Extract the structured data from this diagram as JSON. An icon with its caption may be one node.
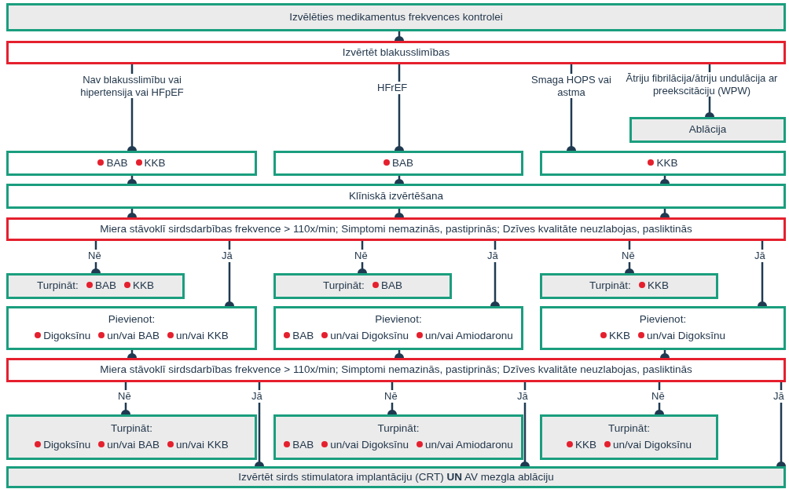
{
  "diagram": {
    "nodes": [
      {
        "text": [
          "Izvēlēties medikamentus frekvences kontrolei"
        ]
      },
      {
        "text": [
          "Izvērtēt blakusslimības"
        ]
      },
      {
        "text": [
          "Ablācija"
        ]
      },
      {
        "text": [
          "BAB",
          "KKB"
        ]
      },
      {
        "text": [
          "BAB"
        ]
      },
      {
        "text": [
          "KKB"
        ]
      },
      {
        "text": [
          "Klīniskā izvērtēšana"
        ]
      },
      {
        "text": [
          "Miera stāvoklī sirdsdarbības frekvence > 110x/min; Simptomi nemazinās, pastiprinās; Dzīves kvalitāte neuzlabojas, pasliktinās"
        ]
      },
      {
        "text": [
          "Turpināt:",
          "BAB",
          "KKB"
        ]
      },
      {
        "text": [
          "Turpināt:",
          "BAB"
        ]
      },
      {
        "text": [
          "Turpināt:",
          "KKB"
        ]
      },
      {
        "text": [
          "Pievienot:",
          "Digoksīnu",
          "un/vai BAB",
          "un/vai KKB"
        ]
      },
      {
        "text": [
          "Pievienot:",
          "BAB",
          "un/vai Digoksīnu",
          "un/vai Amiodaronu"
        ]
      },
      {
        "text": [
          "Pievienot:",
          "KKB",
          "un/vai Digoksīnu"
        ]
      },
      {
        "text": [
          "Miera stāvoklī sirdsdarbības frekvence > 110x/min; Simptomi nemazinās, pastiprinās; Dzīves kvalitāte neuzlabojas, pasliktinās"
        ]
      },
      {
        "text": [
          "Turpināt:",
          "Digoksīnu",
          "un/vai BAB",
          "un/vai KKB"
        ]
      },
      {
        "text": [
          "Turpināt:",
          "BAB",
          "un/vai Digoksīnu",
          "un/vai Amiodaronu"
        ]
      },
      {
        "text": [
          "Turpināt:",
          "KKB",
          "un/vai Digoksīnu"
        ]
      },
      {
        "text": [
          "Izvērtēt sirds stimulatora implantāciju (CRT) **UN** AV mezgla ablāciju"
        ]
      }
    ],
    "edges": [
      {
        "from": 0,
        "to": 1,
        "arrow": "other"
      },
      {
        "from": 1,
        "to": 3,
        "arrow": "other",
        "label": "Nav blakusslimību vai hipertensija vai HFpEF"
      },
      {
        "from": 1,
        "to": 4,
        "arrow": "other",
        "label": "HFrEF"
      },
      {
        "from": 1,
        "to": 5,
        "arrow": "other",
        "label": "Smaga HOPS vai astma"
      },
      {
        "from": 1,
        "to": 2,
        "arrow": "other",
        "label": "Ātriju fibrilācija/ātriju undulācija ar preekscitāciju (WPW)"
      },
      {
        "from": 3,
        "to": 6,
        "arrow": "other"
      },
      {
        "from": 4,
        "to": 6,
        "arrow": "other"
      },
      {
        "from": 5,
        "to": 6,
        "arrow": "other"
      },
      {
        "from": 6,
        "to": 7,
        "arrow": "other"
      },
      {
        "from": 6,
        "to": 7,
        "arrow": "other"
      },
      {
        "from": 6,
        "to": 7,
        "arrow": "other"
      },
      {
        "from": 7,
        "to": 8,
        "arrow": "other",
        "label": "Nē"
      },
      {
        "from": 7,
        "to": 11,
        "arrow": "other",
        "label": "Jā"
      },
      {
        "from": 7,
        "to": 9,
        "arrow": "other",
        "label": "Nē"
      },
      {
        "from": 7,
        "to": 12,
        "arrow": "other",
        "label": "Jā"
      },
      {
        "from": 7,
        "to": 10,
        "arrow": "other",
        "label": "Nē"
      },
      {
        "from": 7,
        "to": 13,
        "arrow": "other",
        "label": "Jā"
      },
      {
        "from": 11,
        "to": 14,
        "arrow": "other"
      },
      {
        "from": 12,
        "to": 14,
        "arrow": "other"
      },
      {
        "from": 13,
        "to": 14,
        "arrow": "other"
      },
      {
        "from": 14,
        "to": 15,
        "arrow": "other",
        "label": "Nē"
      },
      {
        "from": 14,
        "to": 18,
        "arrow": "other",
        "label": "Jā"
      },
      {
        "from": 14,
        "to": 16,
        "arrow": "other",
        "label": "Nē"
      },
      {
        "from": 14,
        "to": 18,
        "arrow": "other",
        "label": "Jā"
      },
      {
        "from": 14,
        "to": 17,
        "arrow": "other",
        "label": "Nē"
      },
      {
        "from": 14,
        "to": 18,
        "arrow": "other",
        "label": "Jā"
      }
    ]
  }
}
